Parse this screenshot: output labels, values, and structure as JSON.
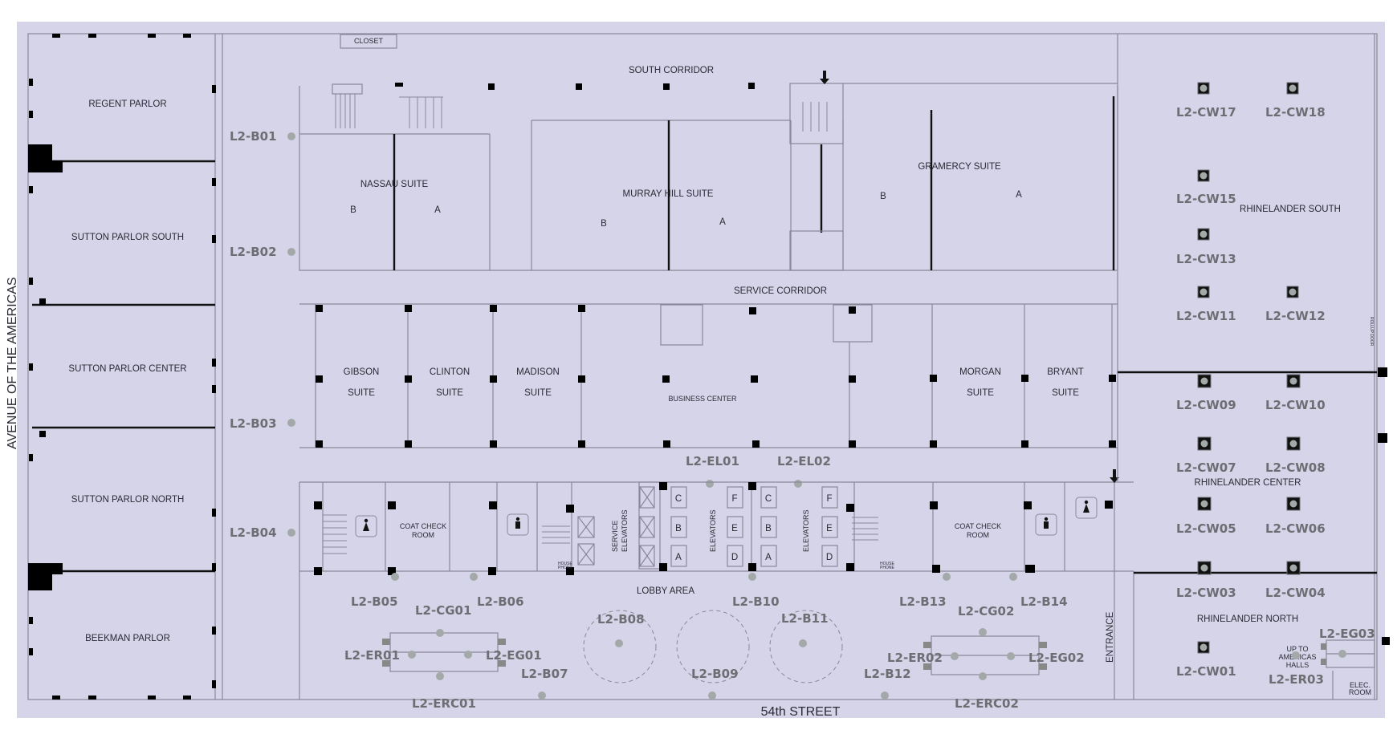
{
  "colors": {
    "background": "#d5d4e8",
    "wall": "#8a8898",
    "column": "#000000",
    "pin": "#a3a9a8",
    "pin_label": "#6d6d73",
    "room_label": "#2a2a35"
  },
  "streets": {
    "west": "AVENUE OF THE AMERICAS",
    "north": "54th STREET"
  },
  "rooms": {
    "regent_parlor": "REGENT PARLOR",
    "sutton_parlor_south": "SUTTON PARLOR SOUTH",
    "sutton_parlor_center": "SUTTON PARLOR CENTER",
    "sutton_parlor_north": "SUTTON PARLOR NORTH",
    "beekman_parlor": "BEEKMAN PARLOR",
    "closet": "CLOSET",
    "south_corridor": "SOUTH CORRIDOR",
    "service_corridor": "SERVICE CORRIDOR",
    "nassau_suite": "NASSAU SUITE",
    "murray_hill_suite": "MURRAY HILL SUITE",
    "gramercy_suite": "GRAMERCY SUITE",
    "section_a": "A",
    "section_b": "B",
    "gibson": [
      "GIBSON",
      "SUITE"
    ],
    "clinton": [
      "CLINTON",
      "SUITE"
    ],
    "madison": [
      "MADISON",
      "SUITE"
    ],
    "morgan": [
      "MORGAN",
      "SUITE"
    ],
    "bryant": [
      "BRYANT",
      "SUITE"
    ],
    "business_center": "BUSINESS CENTER",
    "coat_check": [
      "COAT CHECK",
      "ROOM"
    ],
    "service_elevators": [
      "SERVICE",
      "ELEVATORS"
    ],
    "elevators": "ELEVATORS",
    "lobby_area": "LOBBY AREA",
    "entrance": "ENTRANCE",
    "rhinelander_south": "RHINELANDER SOUTH",
    "rhinelander_center": "RHINELANDER CENTER",
    "rhinelander_north": "RHINELANDER NORTH",
    "up_to_americas_halls": [
      "UP TO",
      "AMERICAS",
      "HALLS"
    ],
    "elec_room": [
      "ELEC.",
      "ROOM"
    ],
    "house_phone": [
      "HOUSE",
      "PHONE"
    ],
    "rollup_door": "ROLLUP DOOR",
    "elevator_cars_left": [
      "C",
      "B",
      "A"
    ],
    "elevator_cars_mid_left": [
      "F",
      "E",
      "D"
    ],
    "elevator_cars_mid_right": [
      "C",
      "B",
      "A"
    ],
    "elevator_cars_right": [
      "F",
      "E",
      "D"
    ]
  },
  "pins": {
    "b01": "L2-B01",
    "b02": "L2-B02",
    "b03": "L2-B03",
    "b04": "L2-B04",
    "b05": "L2-B05",
    "b06": "L2-B06",
    "b07": "L2-B07",
    "b08": "L2-B08",
    "b09": "L2-B09",
    "b10": "L2-B10",
    "b11": "L2-B11",
    "b12": "L2-B12",
    "b13": "L2-B13",
    "b14": "L2-B14",
    "cg01": "L2-CG01",
    "cg02": "L2-CG02",
    "er01": "L2-ER01",
    "er02": "L2-ER02",
    "er03": "L2-ER03",
    "eg01": "L2-EG01",
    "eg02": "L2-EG02",
    "eg03": "L2-EG03",
    "erc01": "L2-ERC01",
    "erc02": "L2-ERC02",
    "el01": "L2-EL01",
    "el02": "L2-EL02",
    "cw01": "L2-CW01",
    "cw03": "L2-CW03",
    "cw04": "L2-CW04",
    "cw05": "L2-CW05",
    "cw06": "L2-CW06",
    "cw07": "L2-CW07",
    "cw08": "L2-CW08",
    "cw09": "L2-CW09",
    "cw10": "L2-CW10",
    "cw11": "L2-CW11",
    "cw12": "L2-CW12",
    "cw13": "L2-CW13",
    "cw15": "L2-CW15",
    "cw17": "L2-CW17",
    "cw18": "L2-CW18"
  }
}
